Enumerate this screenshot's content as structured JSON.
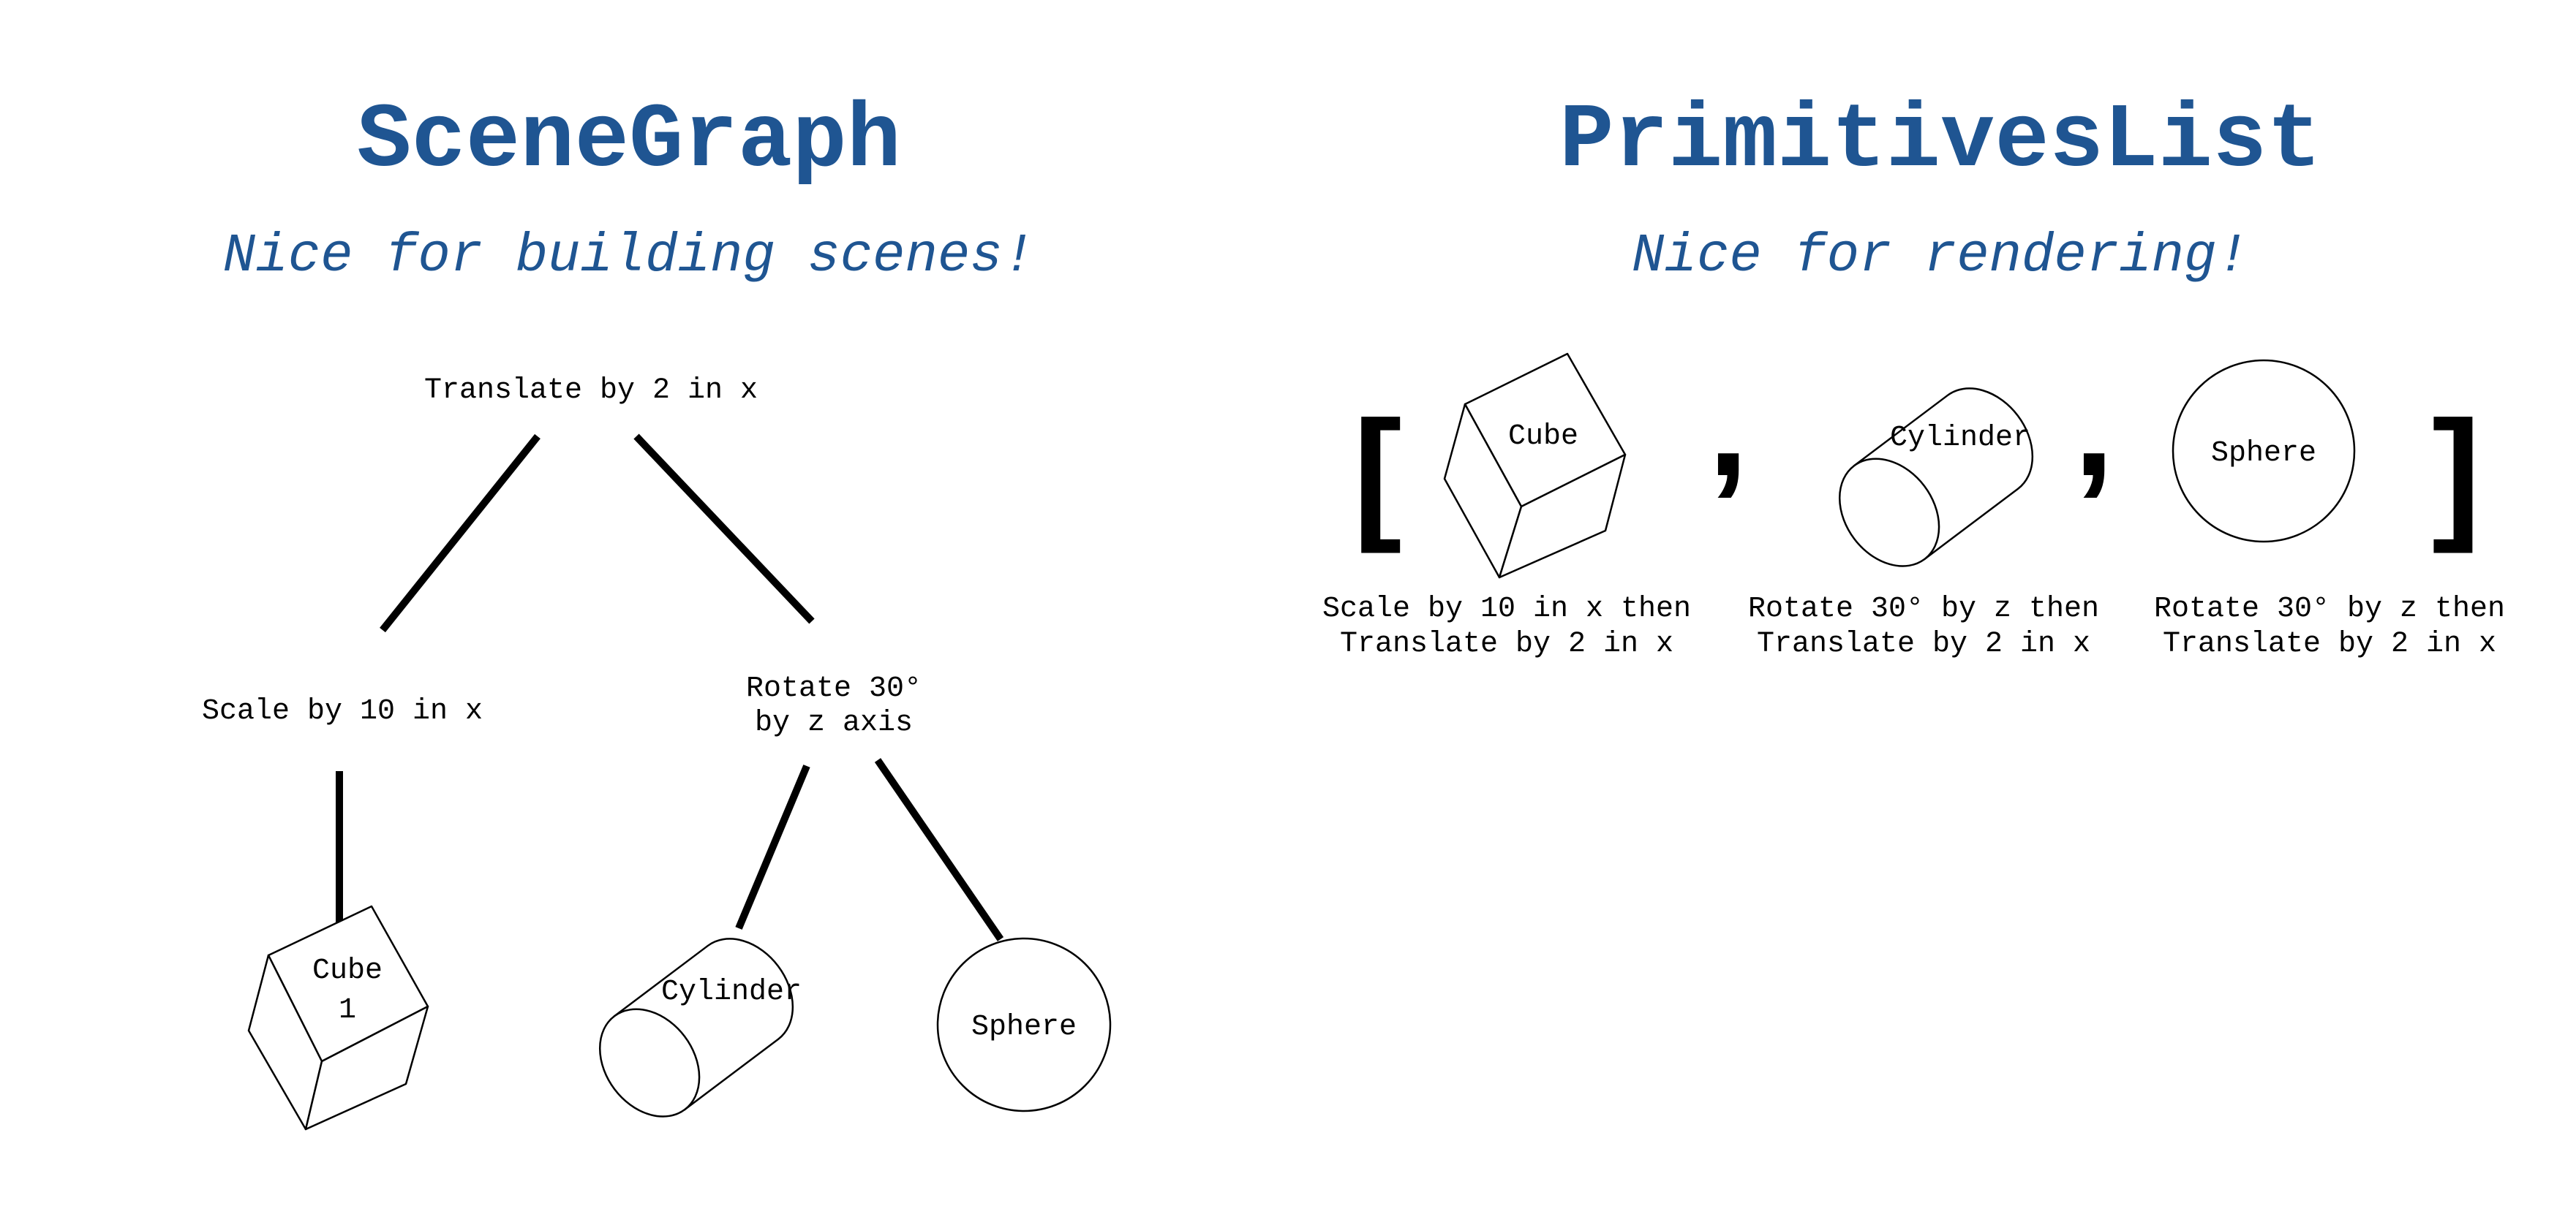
{
  "colors": {
    "title": "#1f5592",
    "ink": "#000000",
    "background": "#ffffff"
  },
  "scene_graph": {
    "title": "SceneGraph",
    "subtitle": "Nice for building scenes!",
    "root_label": "Translate by 2 in x",
    "left_node_label": "Scale by 10 in x",
    "right_node_label_line1": "Rotate 30°",
    "right_node_label_line2": "by z axis",
    "leaf_cube_line1": "Cube",
    "leaf_cube_line2": "1",
    "leaf_cylinder": "Cylinder",
    "leaf_sphere": "Sphere"
  },
  "primitives_list": {
    "title": "PrimitivesList",
    "subtitle": "Nice for rendering!",
    "open_bracket": "[",
    "close_bracket": "]",
    "separator": ",",
    "items": [
      {
        "shape": "Cube",
        "caption_line1": "Scale by 10 in x then",
        "caption_line2": "Translate by 2 in x"
      },
      {
        "shape": "Cylinder",
        "caption_line1": "Rotate 30° by z then",
        "caption_line2": "Translate by 2 in x"
      },
      {
        "shape": "Sphere",
        "caption_line1": "Rotate 30° by z then",
        "caption_line2": "Translate by 2 in x"
      }
    ]
  }
}
